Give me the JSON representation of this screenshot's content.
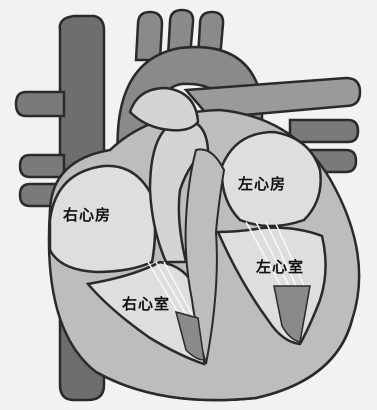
{
  "labels": {
    "right_atrium": "右心房",
    "right_ventricle": "右心室",
    "left_atrium": "左心房",
    "left_ventricle": "左心室"
  },
  "colors": {
    "background": "#f2f2f2",
    "outline": "#2a2a2a",
    "vessel_dark": "#6e6e6e",
    "vessel_mid": "#8a8a8a",
    "heart_fill": "#bdbdbd",
    "chamber_light": "#dedede",
    "muscle_light": "#d4d4d4",
    "valve_line": "#f8f8f8"
  }
}
